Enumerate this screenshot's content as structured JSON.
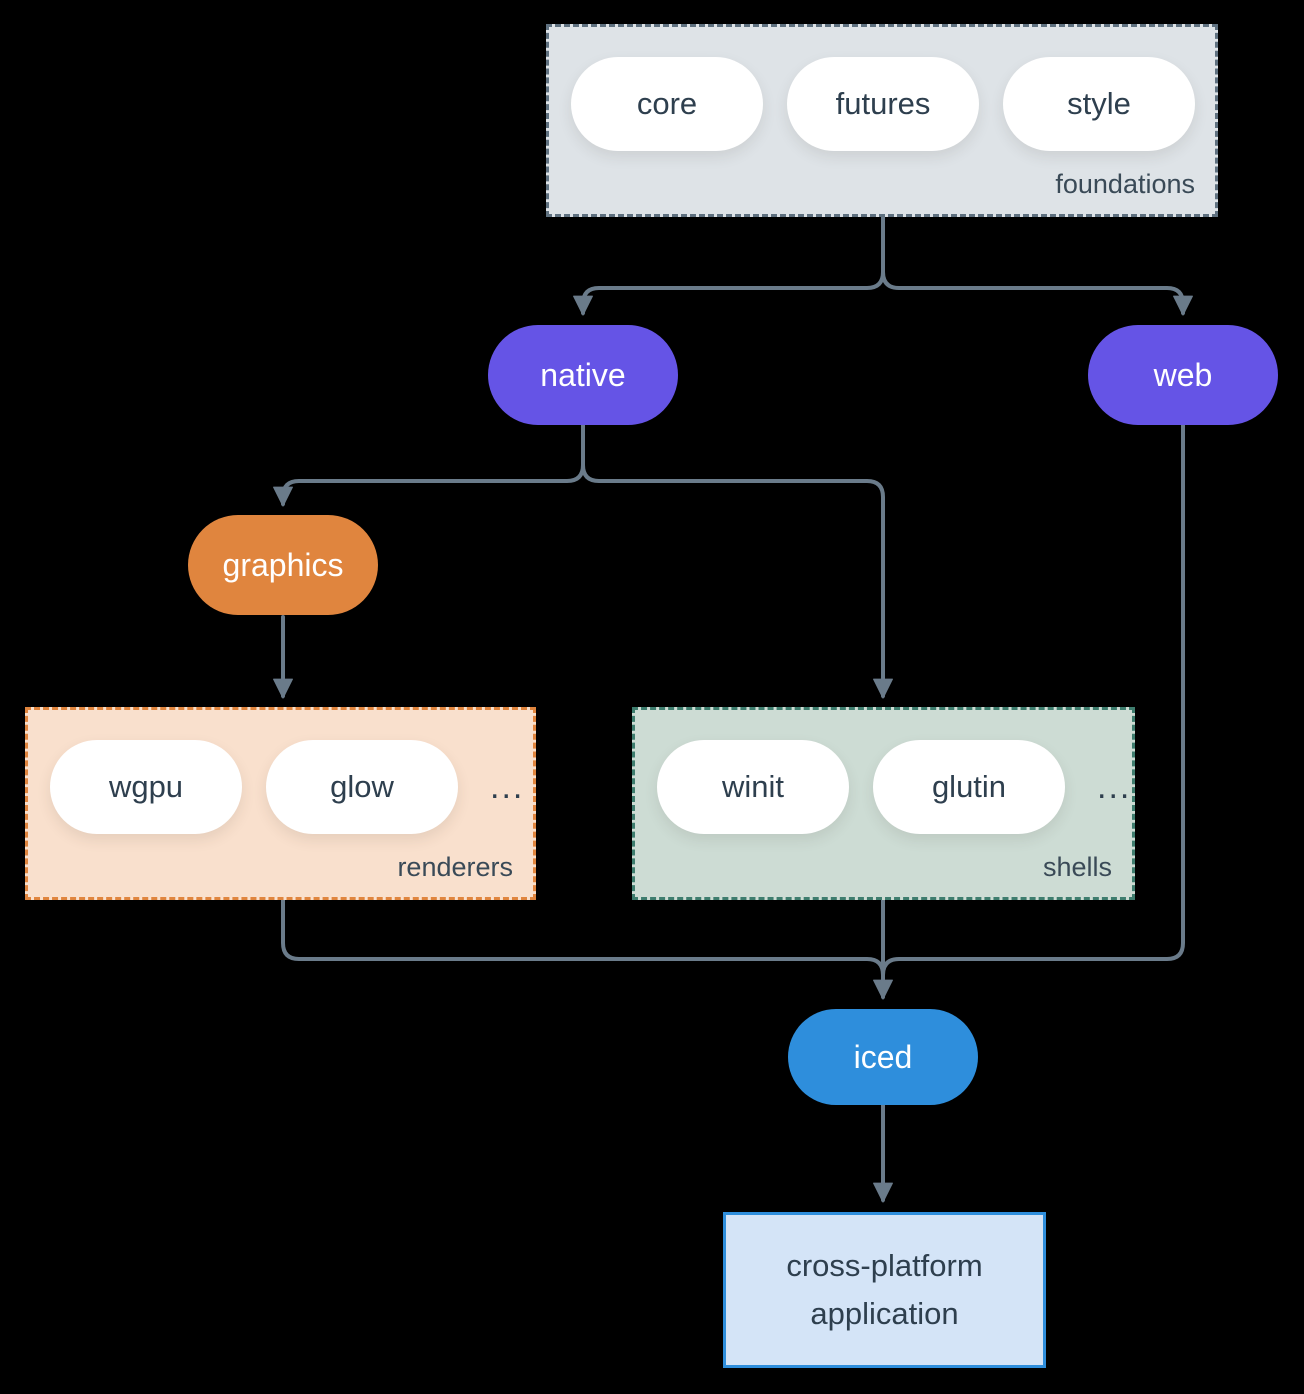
{
  "groups": {
    "foundations": {
      "label": "foundations",
      "pills": [
        "core",
        "futures",
        "style"
      ]
    },
    "renderers": {
      "label": "renderers",
      "pills": [
        "wgpu",
        "glow"
      ],
      "ellipsis": "..."
    },
    "shells": {
      "label": "shells",
      "pills": [
        "winit",
        "glutin"
      ],
      "ellipsis": "..."
    }
  },
  "nodes": {
    "native": {
      "label": "native",
      "color": "#6554e6"
    },
    "web": {
      "label": "web",
      "color": "#6554e6"
    },
    "graphics": {
      "label": "graphics",
      "color": "#e0853e"
    },
    "iced": {
      "label": "iced",
      "color": "#2e8edc"
    },
    "application": {
      "label": "cross-platform application",
      "fill": "#d4e4f7",
      "border": "#2e8edc"
    }
  },
  "edges": [
    {
      "from": "foundations",
      "to": "native"
    },
    {
      "from": "foundations",
      "to": "web"
    },
    {
      "from": "native",
      "to": "graphics"
    },
    {
      "from": "native",
      "to": "shells"
    },
    {
      "from": "graphics",
      "to": "renderers"
    },
    {
      "from": "renderers",
      "to": "iced"
    },
    {
      "from": "shells",
      "to": "iced"
    },
    {
      "from": "web",
      "to": "iced"
    },
    {
      "from": "iced",
      "to": "application"
    }
  ],
  "colors": {
    "background": "#000000",
    "connector": "#6a7b8a",
    "group_foundations_fill": "#dee3e7",
    "group_foundations_border": "#5f7180",
    "group_renderers_fill": "#f9e0cd",
    "group_renderers_border": "#e0853e",
    "group_shells_fill": "#cddcd4",
    "group_shells_border": "#3e7d6e",
    "pill_text": "#2e3f4e",
    "white_pill": "#ffffff"
  }
}
